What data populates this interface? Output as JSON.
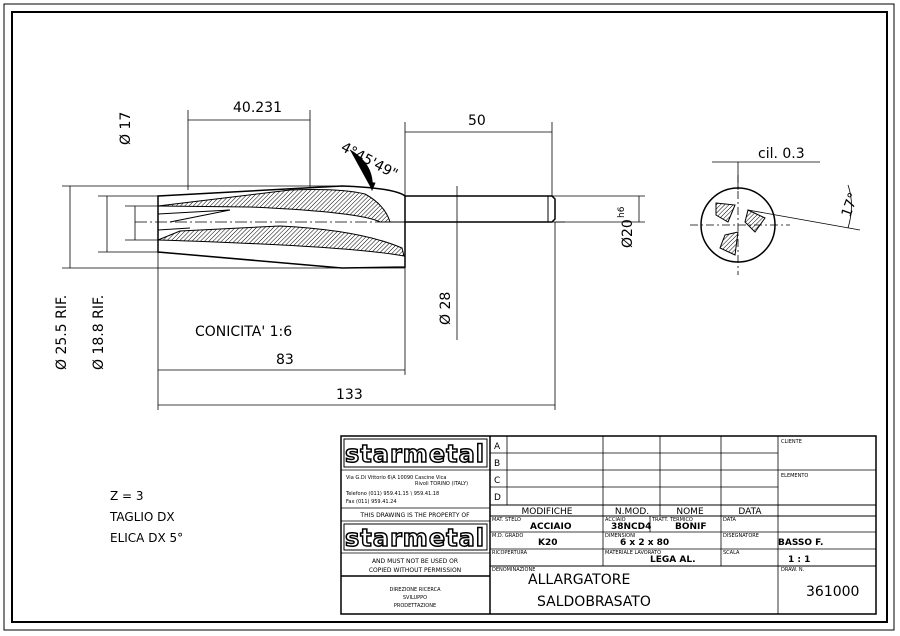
{
  "dimensions": {
    "d17": "Ø 17",
    "len40": "40.231",
    "len50": "50",
    "angle": "4°45'49\"",
    "d20": "Ø20",
    "d20_sup": "h6",
    "cil": "cil. 0.3",
    "ang17": "17°",
    "d28": "Ø 28",
    "d255": "Ø 25.5 RIF.",
    "d188": "Ø 18.8 RIF.",
    "len83": "83",
    "len133": "133",
    "conicita": "CONICITA' 1:6"
  },
  "notes": [
    "Z = 3",
    "TAGLIO DX",
    "ELICA DX 5°"
  ],
  "title_block": {
    "logo_top": "starmetal",
    "logo_bottom": "starmetal",
    "address": [
      "Via G.Di Vittorio 6\\A  10090 Cascine Vica",
      "Rivoli TORINO (ITALY)",
      "Telefono (011) 959.41.15 \\ 959.41.18",
      "Fax (011) 959.41.24"
    ],
    "property": "THIS DRAWING IS THE PROPERTY OF",
    "must_not": [
      "AND MUST NOT BE USED OR",
      "COPIED WITHOUT PERMISSION"
    ],
    "dept": [
      "DIREZIONE RICERCA",
      "SVILUPPO",
      "PRODETTAZIONE"
    ],
    "rev_letters": [
      "A",
      "B",
      "C",
      "D"
    ],
    "rev_headers": [
      "MODIFICHE",
      "N.MOD.",
      "NOME",
      "DATA"
    ],
    "cliente": "CLIENTE",
    "elemento": "ELEMENTO",
    "mat_stelo_label": "MAT. STELO",
    "mat_stelo": "ACCIAIO",
    "acciaio_label": "ACCIAIO",
    "acciaio": "38NCD4",
    "tratt_label": "TRATT. TERMICO",
    "tratt": "BONIF",
    "data_label": "DATA",
    "grado_label": "M.D. GRADO",
    "grado": "K20",
    "dimensioni_label": "DIMENSIONI",
    "dimensioni": "6 x 2 x 80",
    "disegnatore_label": "DISEGNATORE",
    "disegnatore": "BASSO F.",
    "ricopertura_label": "RICOPERTURA",
    "materiale_label": "MATERIALE LAVORATO",
    "materiale": "LEGA AL.",
    "scala_label": "SCALA",
    "scala": "1 : 1",
    "denominazione_label": "DENOMINAZIONE",
    "title1": "ALLARGATORE",
    "title2": "SALDOBRASATO",
    "draw_label": "DRAW. N.",
    "draw_no": "361000"
  }
}
